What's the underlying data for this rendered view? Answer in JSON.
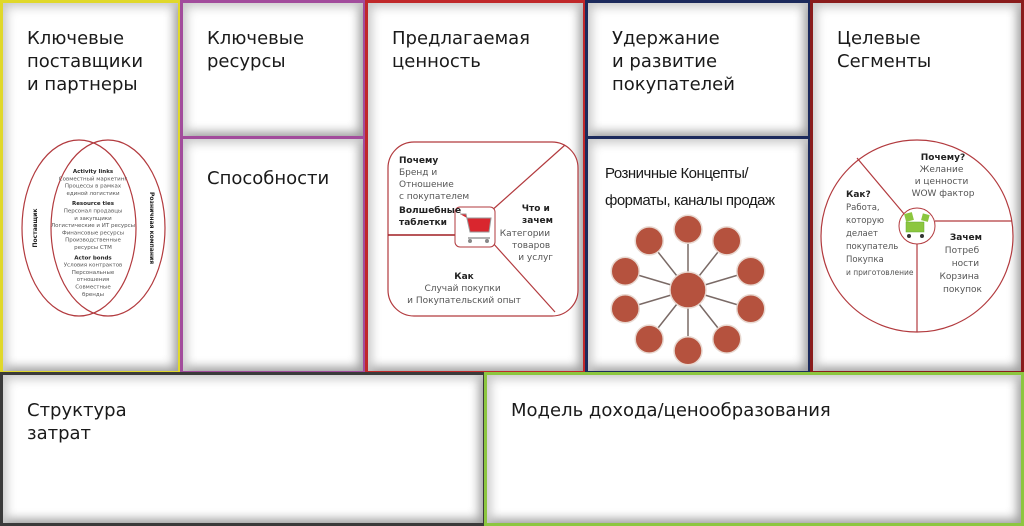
{
  "colors": {
    "partners": "#e0d82a",
    "resources": "#a24c9c",
    "value": "#c0282a",
    "relations": "#1c2a5c",
    "segments": "#8a1c1c",
    "costs": "#3a3a3a",
    "revenue": "#8cc63f",
    "diagram_line": "#b23a3e",
    "bubble": "#b5523e"
  },
  "boxes": {
    "partners": "Ключевые\nпоставщики\nи партнеры",
    "resources": "Ключевые\nресурсы",
    "capabilities": "Способности",
    "value": "Предлагаемая\nценность",
    "relations": "Удержание\nи развитие\nпокупателей",
    "channels_line1": "Розничные Концепты/",
    "channels_line2": "форматы, каналы продаж",
    "segments": "Целевые\nСегменты",
    "costs": "Структура\nзатрат",
    "revenue": "Модель дохода/ценообразования"
  },
  "partners_diagram": {
    "left_label": "Поставщик",
    "right_label": "Розничная компания",
    "lines": [
      {
        "text": "Activity links",
        "bold": true
      },
      {
        "text": "Совместный маркетинг"
      },
      {
        "text": "Процессы в рамках"
      },
      {
        "text": "единой логистики"
      },
      {
        "text": "Resource ties",
        "bold": true
      },
      {
        "text": "Персонал продавцы"
      },
      {
        "text": "и закупщики"
      },
      {
        "text": "Логистические и ИТ ресурсы"
      },
      {
        "text": "Финансовые ресурсы"
      },
      {
        "text": "Производственные"
      },
      {
        "text": "ресурсы СТМ"
      },
      {
        "text": "Actor bonds",
        "bold": true
      },
      {
        "text": "Условия контрактов"
      },
      {
        "text": "Персональные"
      },
      {
        "text": "отношения"
      },
      {
        "text": "Совместные"
      },
      {
        "text": "бренды"
      }
    ]
  },
  "value_diagram": {
    "why_title": "Почему",
    "why_lines": [
      "Бренд и",
      "Отношение",
      "с покупателем"
    ],
    "magic": [
      "Волшебные",
      "таблетки"
    ],
    "what_title": [
      "Что и",
      "зачем"
    ],
    "what_lines": [
      "Категории",
      "товаров",
      "и услуг"
    ],
    "how_title": "Как",
    "how_lines": [
      "Случай покупки",
      "и Покупательский опыт"
    ]
  },
  "segments_diagram": {
    "why_title": "Почему?",
    "why_lines": [
      "Желание",
      "и ценности",
      "WOW фактор"
    ],
    "how_title": "Как?",
    "how_lines": [
      "Работа,",
      "которую",
      "делает",
      "покупатель",
      "Покупка",
      "и приготовление"
    ],
    "need_title": "Зачем",
    "need_lines": [
      "Потреб",
      "ности",
      "Корзина",
      "покупок"
    ]
  },
  "channels_diagram": {
    "bubble_count": 10
  }
}
